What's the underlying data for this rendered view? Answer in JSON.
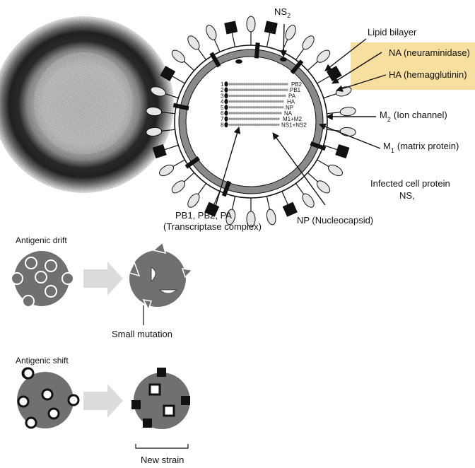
{
  "virion": {
    "labels": {
      "ns2": "NS",
      "ns2_sub": "2",
      "lipid_bilayer": "Lipid bilayer",
      "na": "NA (neuraminidase)",
      "ha": "HA (hemagglutinin)",
      "m2_prefix": "M",
      "m2_sub": "2",
      "m2_suffix": "(Ion channel)",
      "m1_prefix": "M",
      "m1_sub": "1",
      "m1_suffix": "(matrix protein)",
      "infected_line1": "Infected cell protein",
      "infected_line2": "NS,",
      "pb_line1": "PB1, PB2, PA",
      "pb_line2": "(Transcriptase complex)",
      "np": "NP (Nucleocapsid)"
    },
    "segments": [
      {
        "num": "1",
        "gene": "PB2"
      },
      {
        "num": "2",
        "gene": "PB1"
      },
      {
        "num": "3",
        "gene": "PA"
      },
      {
        "num": "4",
        "gene": "HA"
      },
      {
        "num": "5",
        "gene": "NP"
      },
      {
        "num": "6",
        "gene": "NA"
      },
      {
        "num": "7",
        "gene": "M1+M2"
      },
      {
        "num": "8",
        "gene": "NS1+NS2"
      }
    ],
    "highlight_color": "#f7dfa0"
  },
  "drift": {
    "title": "Antigenic drift",
    "caption": "Small mutation"
  },
  "shift": {
    "title": "Antigenic shift",
    "caption": "New strain"
  }
}
